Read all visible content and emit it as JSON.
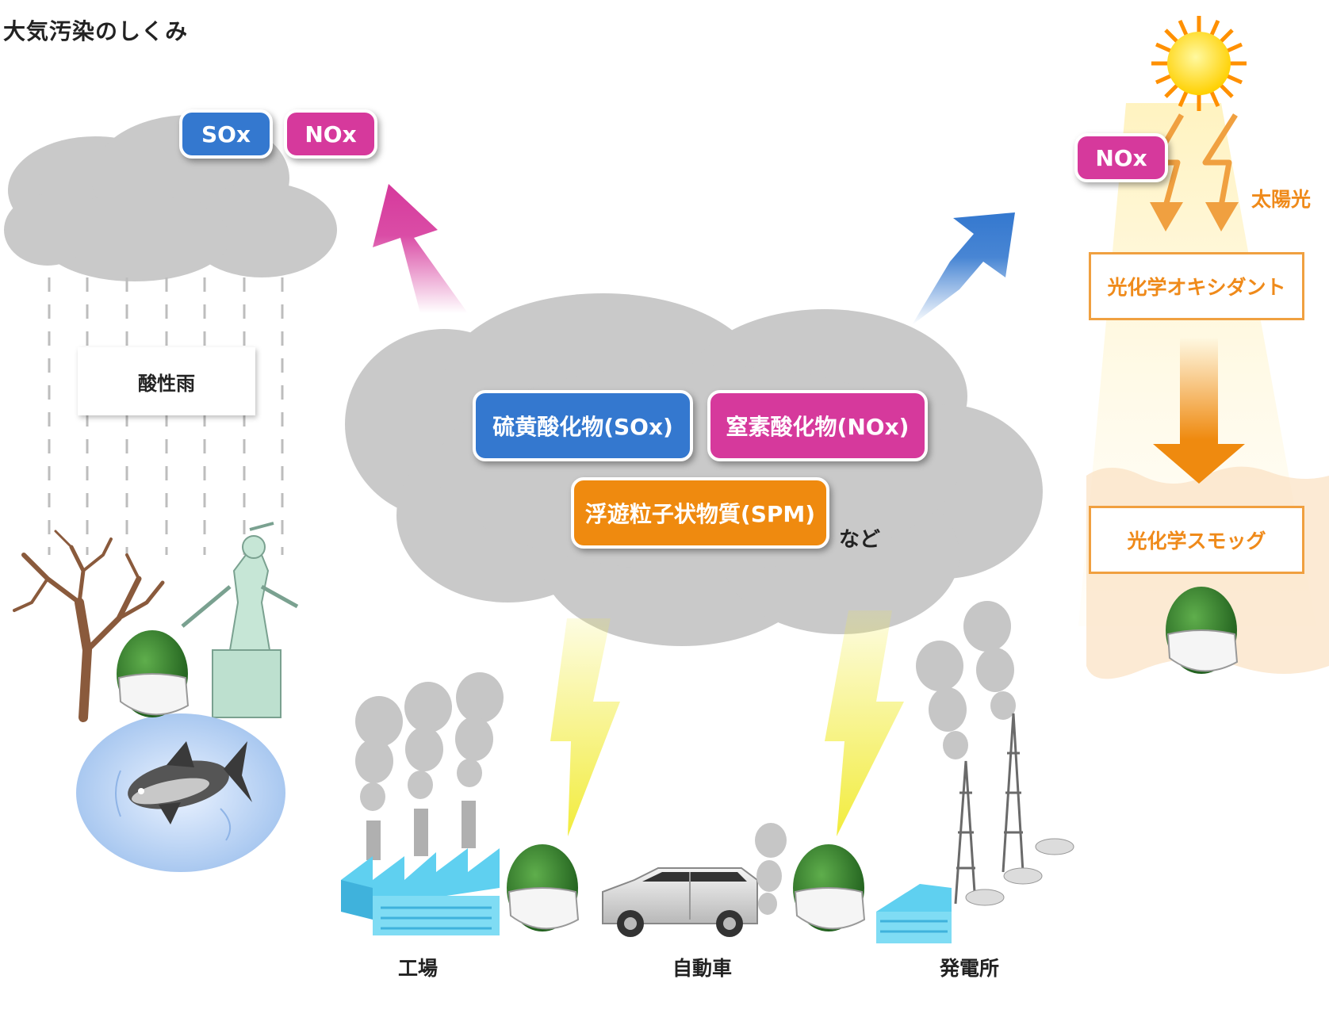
{
  "title": "大気汚染のしくみ",
  "upper_left": {
    "sox": "SOx",
    "nox": "NOx"
  },
  "acid_rain": "酸性雨",
  "central_cloud": {
    "sulfur_oxides": "硫黄酸化物(SOx)",
    "nitrogen_oxides": "窒素酸化物(NOx)",
    "spm": "浮遊粒子状物質(SPM)",
    "etc": "など"
  },
  "photochemical": {
    "nox": "NOx",
    "sunlight": "太陽光",
    "oxidant": "光化学オキシダント",
    "smog": "光化学スモッグ"
  },
  "sources": {
    "factory": "工場",
    "car": "自動車",
    "power_plant": "発電所"
  },
  "colors": {
    "sox_blue": "#3478cf",
    "nox_pink": "#d6399c",
    "spm_orange": "#ef8a0f",
    "cloud_gray": "#c9c9c9",
    "lightning_yellow": "#f2ec3c",
    "sun_yellow": "#ffd800",
    "oxidant_orange": "#ef8a1a",
    "factory_cyan": "#5fd0f0"
  },
  "icons": [
    "cloud-icon",
    "sun-icon",
    "lightning-icon",
    "factory-icon",
    "car-icon",
    "power-plant-icon",
    "dead-tree-icon",
    "statue-icon",
    "fish-icon",
    "masked-face-icon",
    "arrow-icon"
  ]
}
